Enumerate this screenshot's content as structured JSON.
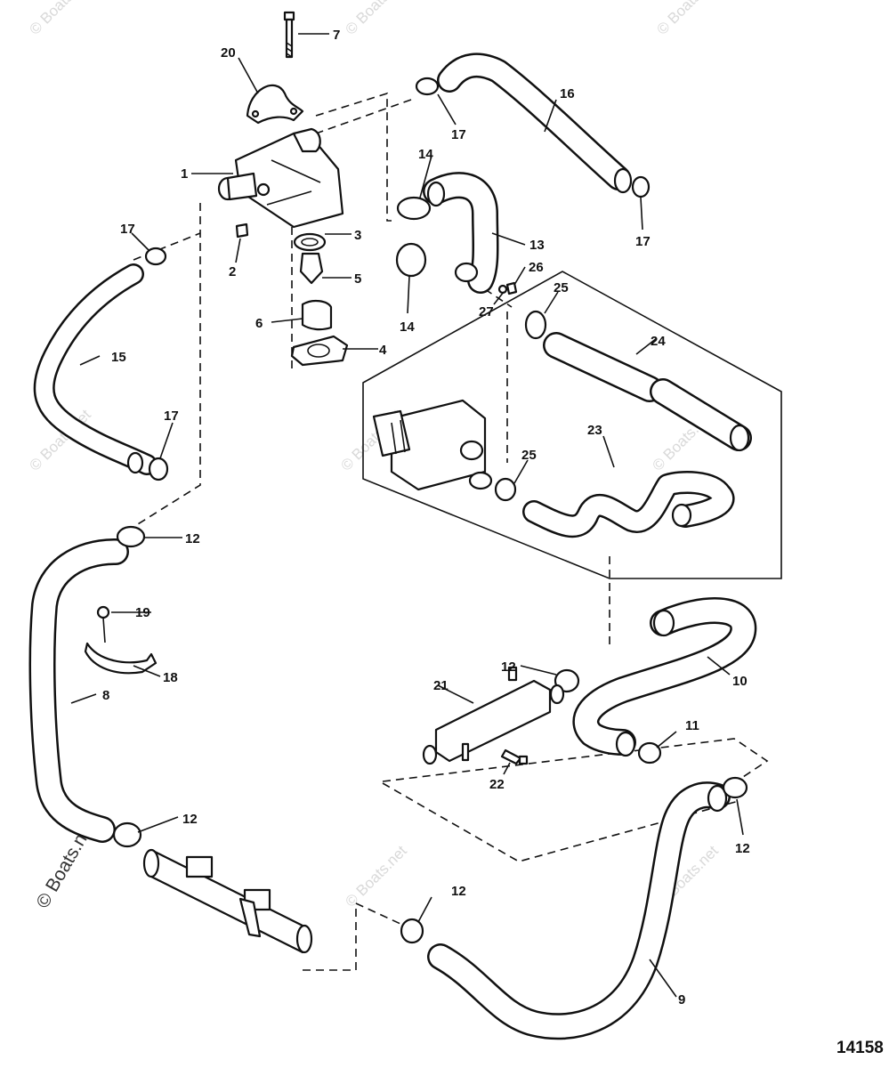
{
  "diagram": {
    "figure_number": "14158",
    "watermark": "© Boats.net",
    "callouts": {
      "c1": "1",
      "c2": "2",
      "c3": "3",
      "c4": "4",
      "c5": "5",
      "c6": "6",
      "c7": "7",
      "c8": "8",
      "c9": "9",
      "c10": "10",
      "c11": "11",
      "c12a": "12",
      "c12b": "12",
      "c12c": "12",
      "c12d": "12",
      "c12e": "12",
      "c13": "13",
      "c14a": "14",
      "c14b": "14",
      "c15": "15",
      "c16": "16",
      "c17a": "17",
      "c17b": "17",
      "c17c": "17",
      "c17d": "17",
      "c18": "18",
      "c19": "19",
      "c20": "20",
      "c21": "21",
      "c22": "22",
      "c23": "23",
      "c24": "24",
      "c25a": "25",
      "c25b": "25",
      "c26": "26",
      "c27": "27"
    }
  }
}
